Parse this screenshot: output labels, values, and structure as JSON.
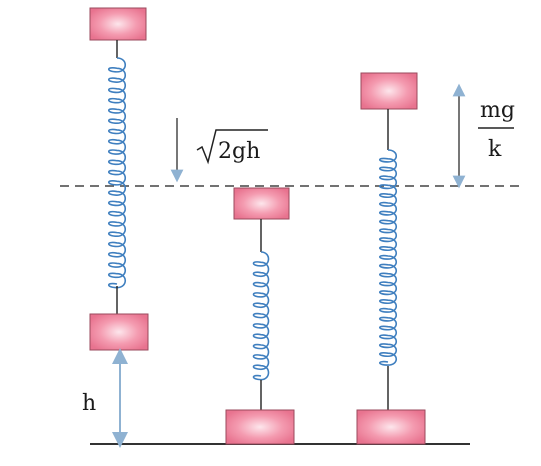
{
  "labels": {
    "velocity": "2gh",
    "height": "h",
    "compression_numerator": "mg",
    "compression_denominator": "k"
  },
  "colors": {
    "block_fill": "#f08aa0",
    "block_center": "#fbe3e8",
    "block_edge": "#8a3a4c",
    "spring": "#3f7fbf",
    "arrow": "#8fb2d2",
    "line": "#333333"
  }
}
